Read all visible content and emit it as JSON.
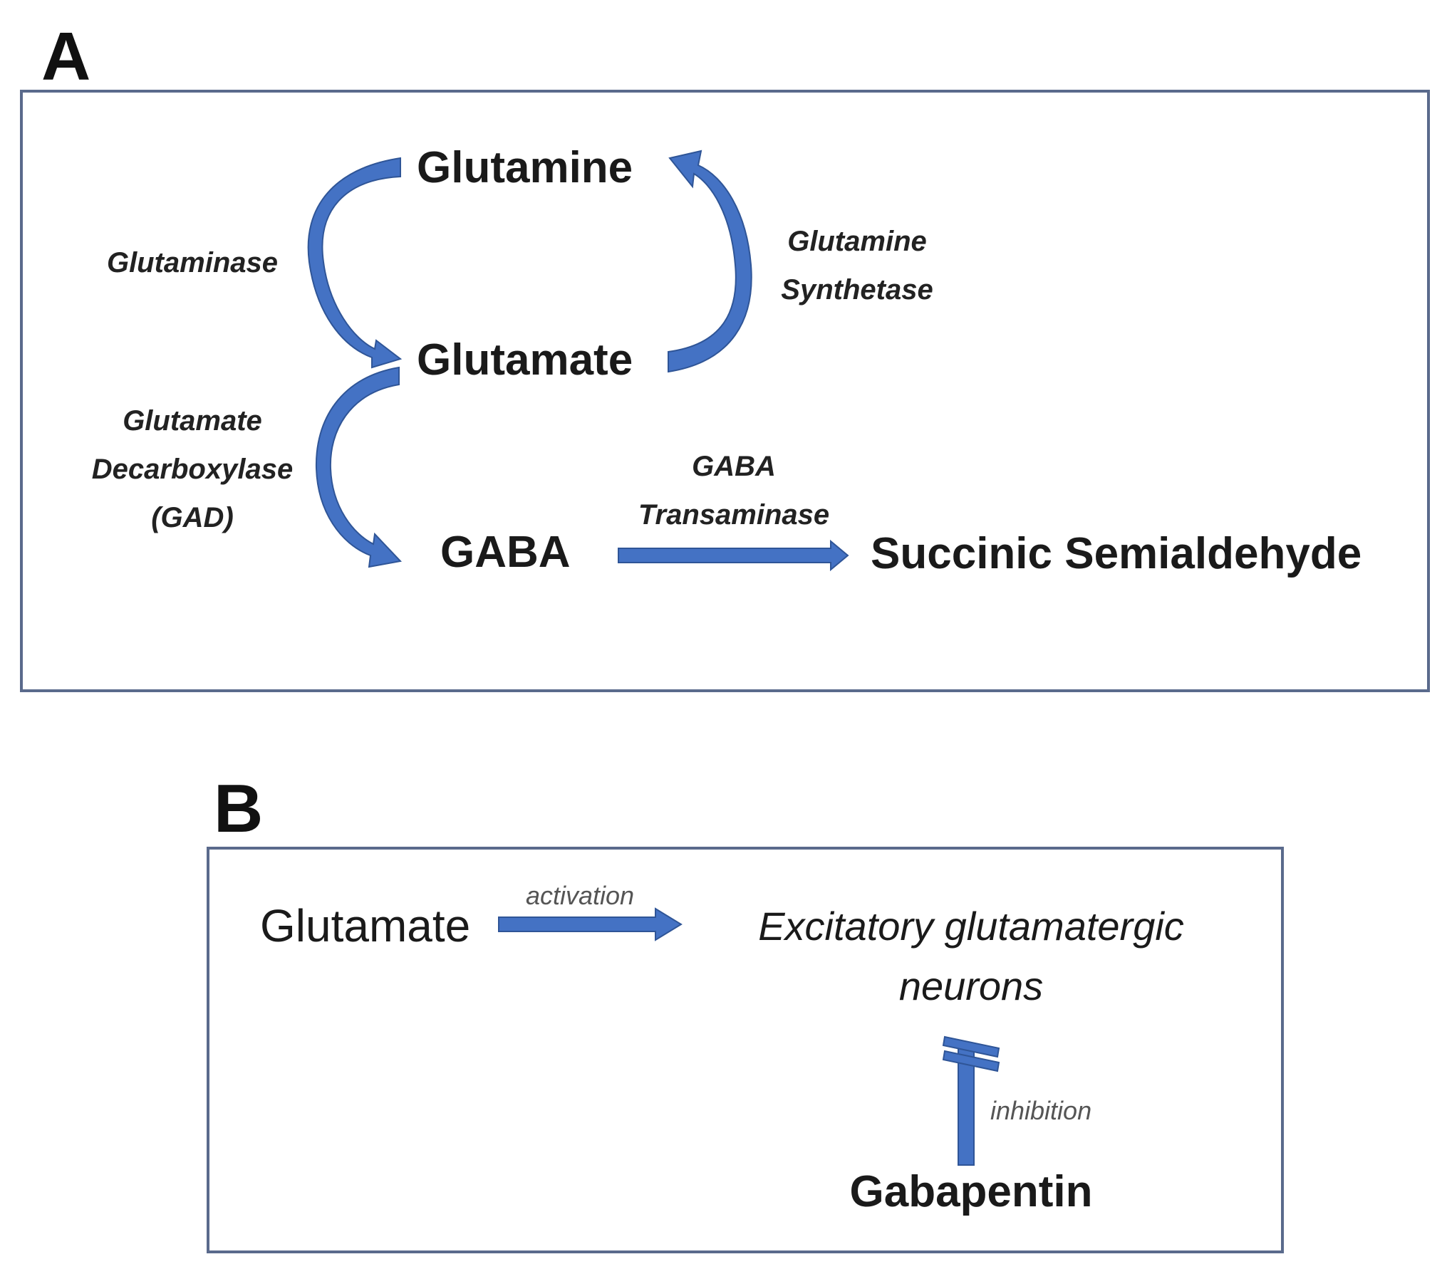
{
  "panel_a": {
    "letter": "A",
    "nodes": {
      "glutamine": "Glutamine",
      "glutamate": "Glutamate",
      "gaba": "GABA",
      "succinic": "Succinic Semialdehyde"
    },
    "enzymes": {
      "glutaminase": "Glutaminase",
      "glutamine_synthetase": [
        "Glutamine",
        "Synthetase"
      ],
      "gad": [
        "Glutamate",
        "Decarboxylase",
        "(GAD)"
      ],
      "gaba_transaminase": [
        "GABA",
        "Transaminase"
      ]
    }
  },
  "panel_b": {
    "letter": "B",
    "glutamate": "Glutamate",
    "activation_label": "activation",
    "target": [
      "Excitatory glutamatergic",
      "neurons"
    ],
    "inhibition_label": "inhibition",
    "gabapentin": "Gabapentin"
  },
  "colors": {
    "arrow_fill": "#4472c4",
    "arrow_stroke": "#2f5597",
    "box_border": "#5a6a8c"
  }
}
